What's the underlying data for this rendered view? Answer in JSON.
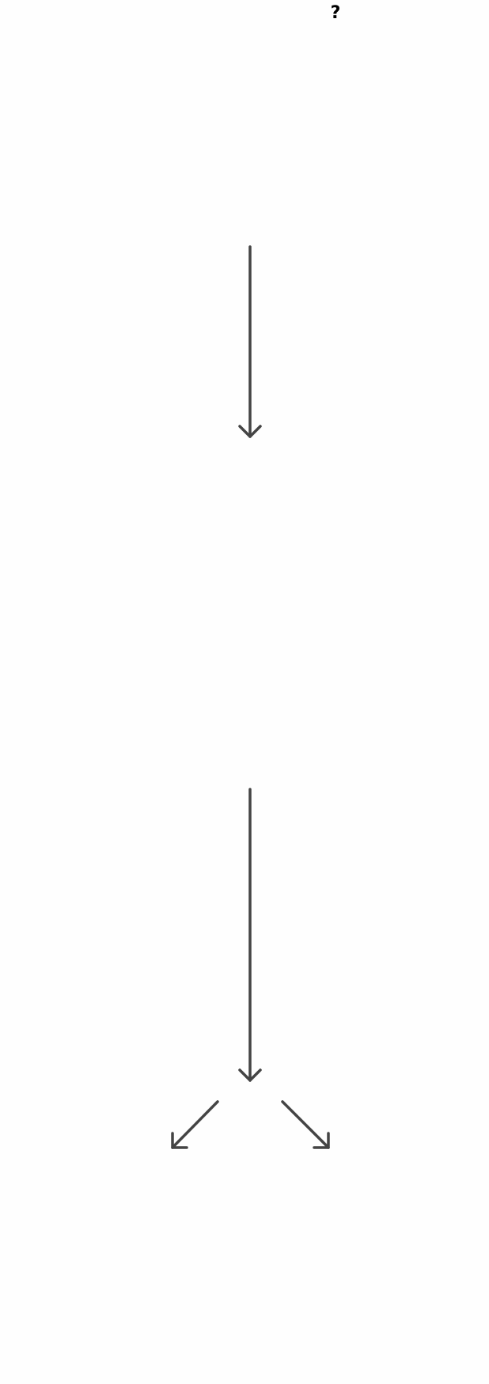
{
  "diagram": {
    "help_mark": "?",
    "arrow_color": "#444444",
    "background_color": "#fefefe",
    "arrows": [
      {
        "name": "arrow-down-upper",
        "direction": "down"
      },
      {
        "name": "arrow-down-lower",
        "direction": "down"
      },
      {
        "name": "arrow-down-left-branch",
        "direction": "down-left"
      },
      {
        "name": "arrow-down-right-branch",
        "direction": "down-right"
      }
    ]
  }
}
